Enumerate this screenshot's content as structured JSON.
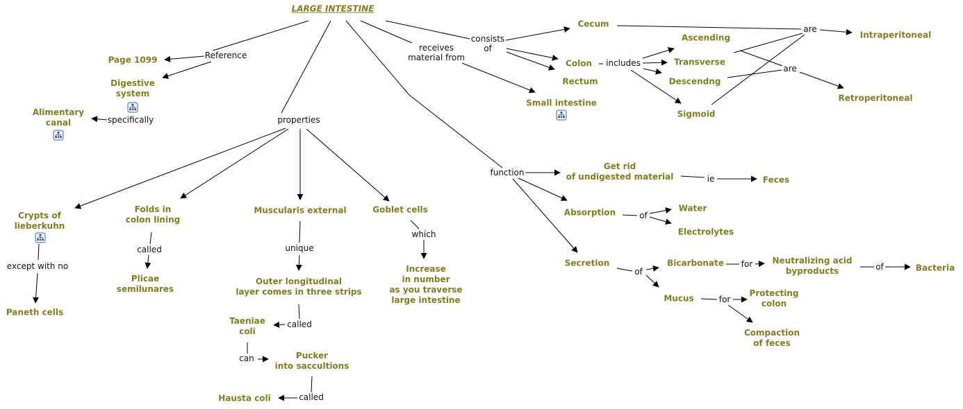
{
  "colors": {
    "concept_text": "#7f7f1e",
    "link_text": "#111111",
    "line": "#000000",
    "icon_border": "#3f6fb5"
  },
  "root": {
    "label": "LARGE INTESTINE"
  },
  "nodes": {
    "page1099": "Page 1099",
    "digestive": "Digestive\nsystem",
    "alimentary": "Alimentary\ncanal",
    "cecum": "Cecum",
    "colon": "Colon",
    "rectum": "Rectum",
    "small_intestine": "Small intestine",
    "ascending": "Ascending",
    "transverse": "Transverse",
    "descending": "Descendng",
    "sigmoid": "Sigmoid",
    "intraperitoneal": "Intraperitoneal",
    "retroperitoneal": "Retroperitoneal",
    "crypts": "Crypts of\nlieberkuhn",
    "paneth": "Paneth cells",
    "folds": "Folds in\ncolon lining",
    "plicae": "Plicae\nsemilunares",
    "muscularis": "Muscularis external",
    "outer_layer": "Outer longitudinal\nlayer comes in three strips",
    "taeniae": "Taeniae\ncoli",
    "pucker": "Pucker\ninto saccultions",
    "hausta": "Hausta coli",
    "goblet": "Goblet cells",
    "increase": "Increase\nin number\nas you traverse\nlarge intestine",
    "get_rid": "Get rid\nof undigested material",
    "feces": "Feces",
    "absorption": "Absorption",
    "water": "Water",
    "electrolytes": "Electrolytes",
    "secretion": "Secretion",
    "bicarbonate": "Bicarbonate",
    "neutralizing": "Neutralizing acid\nbyproducts",
    "bacteria": "Bacteria",
    "mucus": "Mucus",
    "protecting": "Protecting\ncolon",
    "compaction": "Compaction\nof feces"
  },
  "link_labels": {
    "reference": "Reference",
    "specifically": "specifically",
    "properties": "properties",
    "consists_of": "consists\nof",
    "receives": "receives\nmaterial from",
    "includes": "includes",
    "are_intra": "are",
    "are_retro": "are",
    "except": "except with no",
    "called_plicae": "called",
    "unique": "unique",
    "called_taeniae": "called",
    "can": "can",
    "called_hausta": "called",
    "which": "which",
    "function": "function",
    "ie": "ie",
    "of_absorption": "of",
    "of_secretion": "of",
    "for_bicarbonate": "for",
    "of_neutralizing": "of",
    "for_mucus": "for"
  },
  "icons": [
    "submap-icon",
    "submap-icon",
    "submap-icon",
    "submap-icon"
  ]
}
